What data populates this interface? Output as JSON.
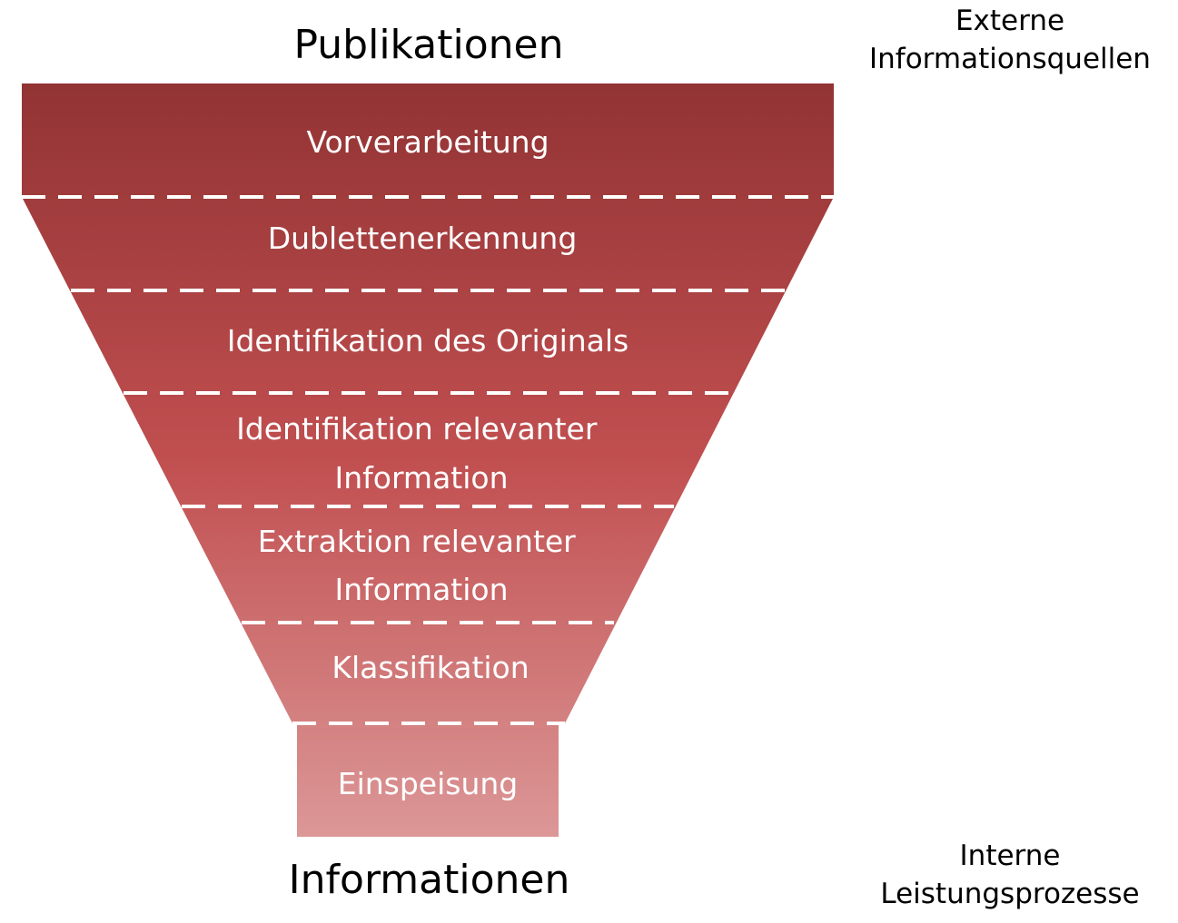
{
  "top_title": "Publikationen",
  "bottom_title": "Informationen",
  "external_label": {
    "line1": "Externe",
    "line2": "Informationsquellen"
  },
  "internal_label": {
    "line1": "Interne",
    "line2": "Leistungsprozesse"
  },
  "stages": [
    {
      "lines": [
        "Vorverarbeitung"
      ]
    },
    {
      "lines": [
        "Dublettenerkennung"
      ]
    },
    {
      "lines": [
        "Identifikation des Originals"
      ]
    },
    {
      "lines": [
        "Identifikation relevanter",
        "Information"
      ]
    },
    {
      "lines": [
        "Extraktion relevanter",
        "Information"
      ]
    },
    {
      "lines": [
        "Klassifikation"
      ]
    },
    {
      "lines": [
        "Einspeisung"
      ]
    }
  ],
  "colors": {
    "top": "#923334",
    "mid": "#c14f50",
    "bottom": "#dc9797",
    "divider": "#ffffff"
  }
}
